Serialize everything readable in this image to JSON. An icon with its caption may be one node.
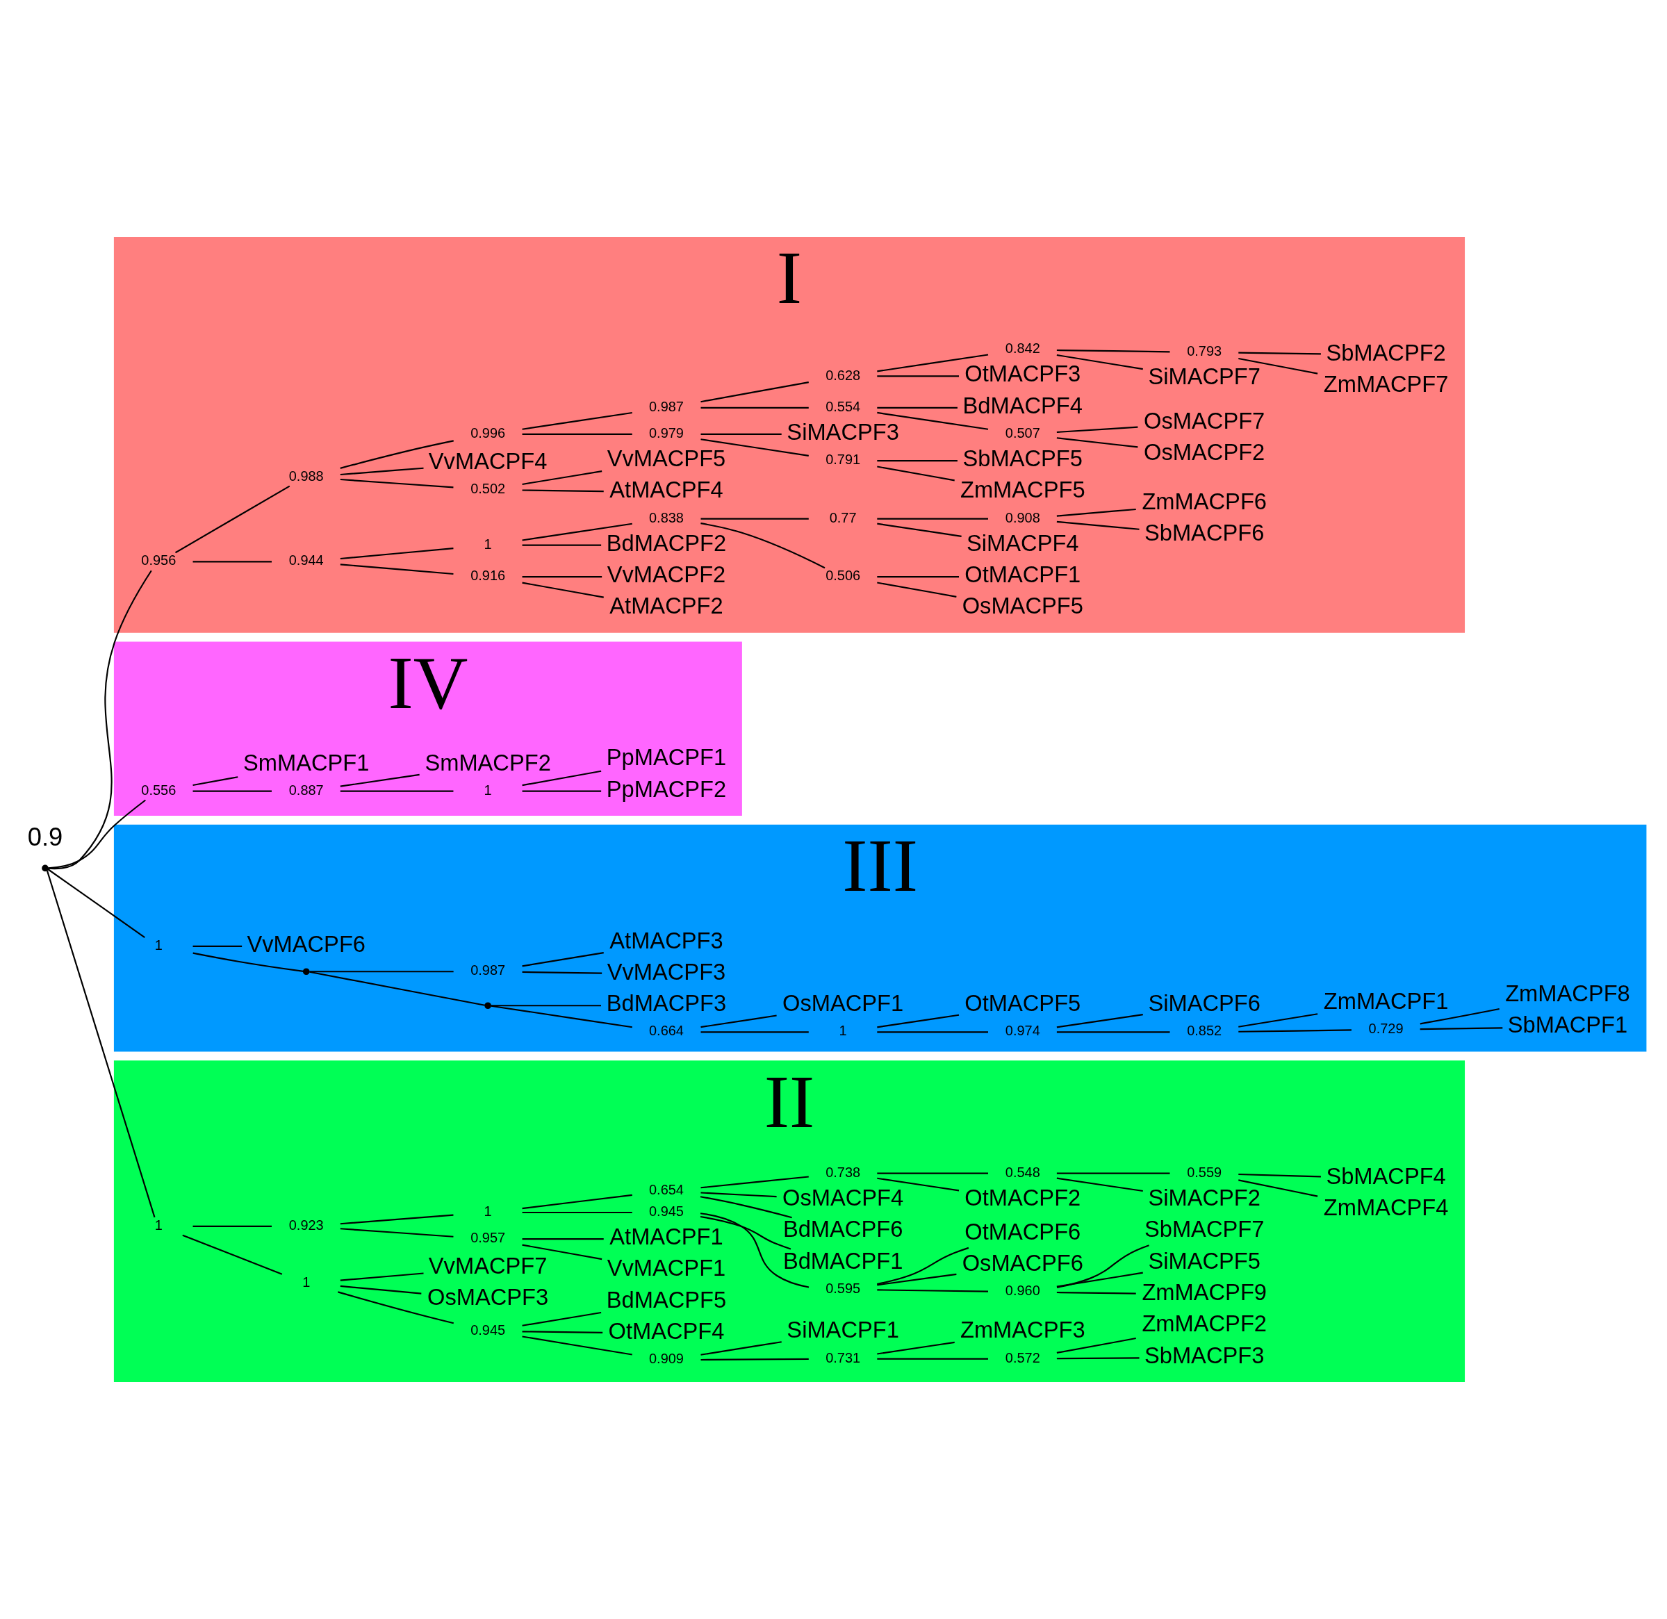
{
  "diagram": {
    "nodes": [
      {
        "text": [],
        "shape": "point"
      },
      {
        "text": [
          "I"
        ]
      },
      {
        "text": [
          "0.956"
        ],
        "in": 1
      },
      {
        "text": [
          "0.944"
        ],
        "in": 1
      },
      {
        "text": [
          "0.916"
        ],
        "in": 1
      },
      {
        "text": [
          "AtMACPF2"
        ],
        "in": 1
      },
      {
        "text": [
          "VvMACPF2"
        ],
        "in": 1
      },
      {
        "text": [
          "1"
        ],
        "in": 1
      },
      {
        "text": [
          "BdMACPF2"
        ],
        "in": 1
      },
      {
        "text": [
          "0.838"
        ],
        "in": 1
      },
      {
        "text": [
          "0.506"
        ],
        "in": 1
      },
      {
        "text": [
          "OsMACPF5"
        ],
        "in": 1
      },
      {
        "text": [
          "OtMACPF1"
        ],
        "in": 1
      },
      {
        "text": [
          "0.77"
        ],
        "in": 1
      },
      {
        "text": [
          "SiMACPF4"
        ],
        "in": 1
      },
      {
        "text": [
          "0.908"
        ],
        "in": 1
      },
      {
        "text": [
          "SbMACPF6"
        ],
        "in": 1
      },
      {
        "text": [
          "ZmMACPF6"
        ],
        "in": 1
      },
      {
        "text": [
          "0.988"
        ],
        "in": 1
      },
      {
        "text": [
          "0.502"
        ],
        "in": 1
      },
      {
        "text": [
          "AtMACPF4"
        ],
        "in": 1
      },
      {
        "text": [
          "VvMACPF5"
        ],
        "in": 1
      },
      {
        "text": [
          "VvMACPF4"
        ],
        "in": 1
      },
      {
        "text": [
          "0.996"
        ],
        "in": 1
      },
      {
        "text": [
          "0.979"
        ],
        "in": 1
      },
      {
        "text": [
          "0.791"
        ],
        "in": 1
      },
      {
        "text": [
          "ZmMACPF5"
        ],
        "in": 1
      },
      {
        "text": [
          "SbMACPF5"
        ],
        "in": 1
      },
      {
        "text": [
          "SiMACPF3"
        ],
        "in": 1
      },
      {
        "text": [
          "0.987"
        ],
        "in": 1
      },
      {
        "text": [
          "0.554"
        ],
        "in": 1
      },
      {
        "text": [
          "0.507"
        ],
        "in": 1
      },
      {
        "text": [
          "OsMACPF2"
        ],
        "in": 1
      },
      {
        "text": [
          "OsMACPF7"
        ],
        "in": 1
      },
      {
        "text": [
          "BdMACPF4"
        ],
        "in": 1
      },
      {
        "text": [
          "0.628"
        ],
        "in": 1
      },
      {
        "text": [
          "OtMACPF3"
        ],
        "in": 1
      },
      {
        "text": [
          "0.842"
        ],
        "in": 1
      },
      {
        "text": [
          "SiMACPF7"
        ],
        "in": 1
      },
      {
        "text": [
          "0.793"
        ],
        "in": 1
      },
      {
        "text": [
          "ZmMACPF7"
        ],
        "in": 1
      },
      {
        "text": [
          "SbMACPF2"
        ],
        "in": 1
      },
      {
        "text": [
          "IV"
        ]
      },
      {
        "text": [
          "0.556"
        ],
        "in": 42
      },
      {
        "text": [
          "0.887"
        ],
        "in": 42
      },
      {
        "text": [
          "1"
        ],
        "in": 42
      },
      {
        "text": [
          "PpMACPF2"
        ],
        "in": 42
      },
      {
        "text": [
          "PpMACPF1"
        ],
        "in": 42
      },
      {
        "text": [
          "SmMACPF2"
        ],
        "in": 42
      },
      {
        "text": [
          "SmMACPF1"
        ],
        "in": 42
      },
      {
        "text": [
          "III"
        ]
      },
      {
        "text": [
          "1"
        ],
        "in": 50
      },
      {
        "text": [],
        "shape": "point",
        "in": 50
      },
      {
        "text": [],
        "shape": "point",
        "in": 50
      },
      {
        "text": [
          "0.664"
        ],
        "in": 50
      },
      {
        "text": [
          "1"
        ],
        "in": 50
      },
      {
        "text": [
          "0.974"
        ],
        "in": 50
      },
      {
        "text": [
          "0.852"
        ],
        "in": 50
      },
      {
        "text": [
          "0.729"
        ],
        "in": 50
      },
      {
        "text": [
          "SbMACPF1"
        ],
        "in": 50
      },
      {
        "text": [
          "ZmMACPF8"
        ],
        "in": 50
      },
      {
        "text": [
          "ZmMACPF1"
        ],
        "in": 50
      },
      {
        "text": [
          "SiMACPF6"
        ],
        "in": 50
      },
      {
        "text": [
          "OtMACPF5"
        ],
        "in": 50
      },
      {
        "text": [
          "OsMACPF1"
        ],
        "in": 50
      },
      {
        "text": [
          "BdMACPF3"
        ],
        "in": 50
      },
      {
        "text": [
          "0.987"
        ],
        "in": 50
      },
      {
        "text": [
          "VvMACPF3"
        ],
        "in": 50
      },
      {
        "text": [
          "AtMACPF3"
        ],
        "in": 50
      },
      {
        "text": [
          "VvMACPF6"
        ],
        "in": 50
      },
      {
        "text": [
          "II"
        ]
      },
      {
        "text": [
          "1"
        ],
        "in": 70
      },
      {
        "text": [
          "1"
        ],
        "in": 70
      },
      {
        "text": [
          "0.945"
        ],
        "in": 70
      },
      {
        "text": [
          "0.909"
        ],
        "in": 70
      },
      {
        "text": [
          "0.731"
        ],
        "in": 70
      },
      {
        "text": [
          "0.572"
        ],
        "in": 70
      },
      {
        "text": [
          "SbMACPF3"
        ],
        "in": 70
      },
      {
        "text": [
          "ZmMACPF2"
        ],
        "in": 70
      },
      {
        "text": [
          "ZmMACPF3"
        ],
        "in": 70
      },
      {
        "text": [
          "SiMACPF1"
        ],
        "in": 70
      },
      {
        "text": [
          "OtMACPF4"
        ],
        "in": 70
      },
      {
        "text": [
          "BdMACPF5"
        ],
        "in": 70
      },
      {
        "text": [
          "OsMACPF3"
        ],
        "in": 70
      },
      {
        "text": [
          "VvMACPF7"
        ],
        "in": 70
      },
      {
        "text": [
          "0.923"
        ],
        "in": 70
      },
      {
        "text": [
          "0.957"
        ],
        "in": 70
      },
      {
        "text": [
          "VvMACPF1"
        ],
        "in": 70
      },
      {
        "text": [
          "AtMACPF1"
        ],
        "in": 70
      },
      {
        "text": [
          "1"
        ],
        "in": 70
      },
      {
        "text": [
          "0.945"
        ],
        "in": 70
      },
      {
        "text": [
          "0.595"
        ],
        "in": 70
      },
      {
        "text": [
          "0.960"
        ],
        "in": 70
      },
      {
        "text": [
          "ZmMACPF9"
        ],
        "in": 70
      },
      {
        "text": [
          "SiMACPF5"
        ],
        "in": 70
      },
      {
        "text": [
          "SbMACPF7"
        ],
        "in": 70
      },
      {
        "text": [
          "OsMACPF6"
        ],
        "in": 70
      },
      {
        "text": [
          "OtMACPF6"
        ],
        "in": 70
      },
      {
        "text": [
          "BdMACPF1"
        ],
        "in": 70
      },
      {
        "text": [
          "0.654"
        ],
        "in": 70
      },
      {
        "text": [
          "BdMACPF6"
        ],
        "in": 70
      },
      {
        "text": [
          "OsMACPF4"
        ],
        "in": 70
      },
      {
        "text": [
          "0.738"
        ],
        "in": 70
      },
      {
        "text": [
          "OtMACPF2"
        ],
        "in": 70
      },
      {
        "text": [
          "0.548"
        ],
        "in": 70
      },
      {
        "text": [
          "SiMACPF2"
        ],
        "in": 70
      },
      {
        "text": [
          "0.559"
        ],
        "in": 70
      },
      {
        "text": [
          "ZmMACPF4"
        ],
        "in": 70
      },
      {
        "text": [
          "SbMACPF4"
        ],
        "in": 70
      }
    ],
    "edges": [
      {
        "from": 0,
        "to": 2,
        "arrow": "none"
      },
      {
        "from": 0,
        "to": 43,
        "arrow": "none"
      },
      {
        "from": 0,
        "to": 51,
        "arrow": "none"
      },
      {
        "from": 0,
        "to": 71,
        "arrow": "none"
      },
      {
        "from": 2,
        "to": 3,
        "arrow": "none"
      },
      {
        "from": 2,
        "to": 18,
        "arrow": "none"
      },
      {
        "from": 3,
        "to": 7,
        "arrow": "none"
      },
      {
        "from": 3,
        "to": 4,
        "arrow": "none"
      },
      {
        "from": 4,
        "to": 5,
        "arrow": "none"
      },
      {
        "from": 4,
        "to": 6,
        "arrow": "none"
      },
      {
        "from": 7,
        "to": 9,
        "arrow": "none"
      },
      {
        "from": 7,
        "to": 8,
        "arrow": "none"
      },
      {
        "from": 9,
        "to": 13,
        "arrow": "none"
      },
      {
        "from": 9,
        "to": 10,
        "arrow": "none"
      },
      {
        "from": 10,
        "to": 11,
        "arrow": "none"
      },
      {
        "from": 10,
        "to": 12,
        "arrow": "none"
      },
      {
        "from": 13,
        "to": 15,
        "arrow": "none"
      },
      {
        "from": 13,
        "to": 14,
        "arrow": "none"
      },
      {
        "from": 15,
        "to": 16,
        "arrow": "none"
      },
      {
        "from": 15,
        "to": 17,
        "arrow": "none"
      },
      {
        "from": 18,
        "to": 19,
        "arrow": "none"
      },
      {
        "from": 18,
        "to": 22,
        "arrow": "none"
      },
      {
        "from": 18,
        "to": 23,
        "arrow": "none"
      },
      {
        "from": 19,
        "to": 20,
        "arrow": "none"
      },
      {
        "from": 19,
        "to": 21,
        "arrow": "none"
      },
      {
        "from": 23,
        "to": 24,
        "arrow": "none"
      },
      {
        "from": 23,
        "to": 29,
        "arrow": "none"
      },
      {
        "from": 24,
        "to": 25,
        "arrow": "none"
      },
      {
        "from": 24,
        "to": 28,
        "arrow": "none"
      },
      {
        "from": 25,
        "to": 26,
        "arrow": "none"
      },
      {
        "from": 25,
        "to": 27,
        "arrow": "none"
      },
      {
        "from": 29,
        "to": 30,
        "arrow": "none"
      },
      {
        "from": 29,
        "to": 35,
        "arrow": "none"
      },
      {
        "from": 30,
        "to": 31,
        "arrow": "none"
      },
      {
        "from": 30,
        "to": 34,
        "arrow": "none"
      },
      {
        "from": 31,
        "to": 32,
        "arrow": "none"
      },
      {
        "from": 31,
        "to": 33,
        "arrow": "none"
      },
      {
        "from": 35,
        "to": 36,
        "arrow": "none"
      },
      {
        "from": 35,
        "to": 37,
        "arrow": "none"
      },
      {
        "from": 37,
        "to": 38,
        "arrow": "none"
      },
      {
        "from": 37,
        "to": 39,
        "arrow": "none"
      },
      {
        "from": 39,
        "to": 40,
        "arrow": "none"
      },
      {
        "from": 39,
        "to": 41,
        "arrow": "none"
      },
      {
        "from": 43,
        "to": 44,
        "arrow": "none"
      },
      {
        "from": 43,
        "to": 49,
        "arrow": "none"
      },
      {
        "from": 44,
        "to": 45,
        "arrow": "none"
      },
      {
        "from": 44,
        "to": 48,
        "arrow": "none"
      },
      {
        "from": 45,
        "to": 46,
        "arrow": "none"
      },
      {
        "from": 45,
        "to": 47,
        "arrow": "none"
      },
      {
        "from": 51,
        "to": 52,
        "arrow": "none"
      },
      {
        "from": 51,
        "to": 69,
        "arrow": "none"
      },
      {
        "from": 52,
        "to": 53,
        "arrow": "none"
      },
      {
        "from": 52,
        "to": 66,
        "arrow": "none"
      },
      {
        "from": 53,
        "to": 54,
        "arrow": "none"
      },
      {
        "from": 53,
        "to": 65,
        "arrow": "none"
      },
      {
        "from": 54,
        "to": 55,
        "arrow": "none"
      },
      {
        "from": 54,
        "to": 64,
        "arrow": "none"
      },
      {
        "from": 55,
        "to": 56,
        "arrow": "none"
      },
      {
        "from": 55,
        "to": 63,
        "arrow": "none"
      },
      {
        "from": 56,
        "to": 57,
        "arrow": "none"
      },
      {
        "from": 56,
        "to": 62,
        "arrow": "none"
      },
      {
        "from": 57,
        "to": 58,
        "arrow": "none"
      },
      {
        "from": 57,
        "to": 61,
        "arrow": "none"
      },
      {
        "from": 58,
        "to": 59,
        "arrow": "none"
      },
      {
        "from": 58,
        "to": 60,
        "arrow": "none"
      },
      {
        "from": 66,
        "to": 67,
        "arrow": "none"
      },
      {
        "from": 66,
        "to": 68,
        "arrow": "none"
      },
      {
        "from": 71,
        "to": 72,
        "arrow": "none"
      },
      {
        "from": 71,
        "to": 85,
        "arrow": "none"
      },
      {
        "from": 72,
        "to": 73,
        "arrow": "none"
      },
      {
        "from": 72,
        "to": 83,
        "arrow": "none"
      },
      {
        "from": 72,
        "to": 84,
        "arrow": "none"
      },
      {
        "from": 73,
        "to": 74,
        "arrow": "none"
      },
      {
        "from": 73,
        "to": 81,
        "arrow": "none"
      },
      {
        "from": 73,
        "to": 82,
        "arrow": "none"
      },
      {
        "from": 74,
        "to": 75,
        "arrow": "none"
      },
      {
        "from": 74,
        "to": 80,
        "arrow": "none"
      },
      {
        "from": 75,
        "to": 76,
        "arrow": "none"
      },
      {
        "from": 75,
        "to": 79,
        "arrow": "none"
      },
      {
        "from": 76,
        "to": 77,
        "arrow": "none"
      },
      {
        "from": 76,
        "to": 78,
        "arrow": "none"
      },
      {
        "from": 85,
        "to": 86,
        "arrow": "none"
      },
      {
        "from": 85,
        "to": 89,
        "arrow": "none"
      },
      {
        "from": 86,
        "to": 87,
        "arrow": "none"
      },
      {
        "from": 86,
        "to": 88,
        "arrow": "none"
      },
      {
        "from": 89,
        "to": 90,
        "arrow": "none"
      },
      {
        "from": 89,
        "to": 99,
        "arrow": "none"
      },
      {
        "from": 90,
        "to": 91,
        "arrow": "none"
      },
      {
        "from": 90,
        "to": 98,
        "arrow": "none"
      },
      {
        "from": 91,
        "to": 92,
        "arrow": "none"
      },
      {
        "from": 91,
        "to": 96,
        "arrow": "none"
      },
      {
        "from": 91,
        "to": 97,
        "arrow": "none"
      },
      {
        "from": 92,
        "to": 93,
        "arrow": "none"
      },
      {
        "from": 92,
        "to": 94,
        "arrow": "none"
      },
      {
        "from": 92,
        "to": 95,
        "arrow": "none"
      },
      {
        "from": 99,
        "to": 100,
        "arrow": "none"
      },
      {
        "from": 99,
        "to": 101,
        "arrow": "none"
      },
      {
        "from": 99,
        "to": 102,
        "arrow": "none"
      },
      {
        "from": 102,
        "to": 103,
        "arrow": "none"
      },
      {
        "from": 102,
        "to": 104,
        "arrow": "none"
      },
      {
        "from": 104,
        "to": 105,
        "arrow": "none"
      },
      {
        "from": 104,
        "to": 106,
        "arrow": "none"
      },
      {
        "from": 106,
        "to": 107,
        "arrow": "none"
      },
      {
        "from": 106,
        "to": 108,
        "arrow": "none"
      }
    ],
    "labels": [
      "0.9"
    ]
  }
}
